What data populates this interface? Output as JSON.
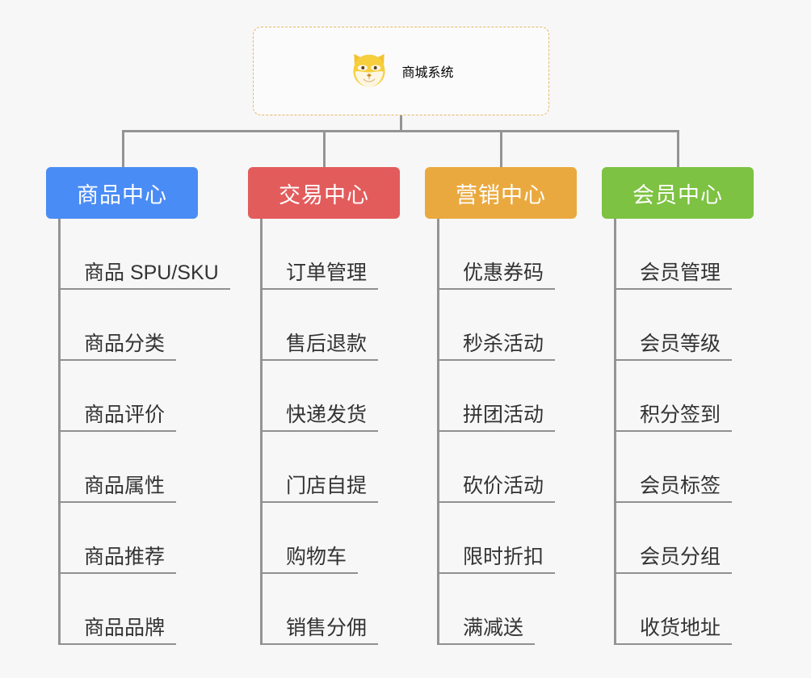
{
  "diagram": {
    "title": "商城系统",
    "root": {
      "label": "商城系统",
      "icon": "shiba-dog-face-icon",
      "border_color": "#e8b763",
      "text_color": "#eeb544"
    },
    "background_color": "#f7f7f7",
    "connector_color": "#949494",
    "columns": [
      {
        "header": "商品中心",
        "color": "#4a8cf5",
        "items": [
          "商品 SPU/SKU",
          "商品分类",
          "商品评价",
          "商品属性",
          "商品推荐",
          "商品品牌"
        ]
      },
      {
        "header": "交易中心",
        "color": "#e35c5c",
        "items": [
          "订单管理",
          "售后退款",
          "快递发货",
          "门店自提",
          "购物车",
          "销售分佣"
        ]
      },
      {
        "header": "营销中心",
        "color": "#eaa93f",
        "items": [
          "优惠券码",
          "秒杀活动",
          "拼团活动",
          "砍价活动",
          "限时折扣",
          "满减送"
        ]
      },
      {
        "header": "会员中心",
        "color": "#7dc242",
        "items": [
          "会员管理",
          "会员等级",
          "积分签到",
          "会员标签",
          "会员分组",
          "收货地址"
        ]
      }
    ]
  }
}
